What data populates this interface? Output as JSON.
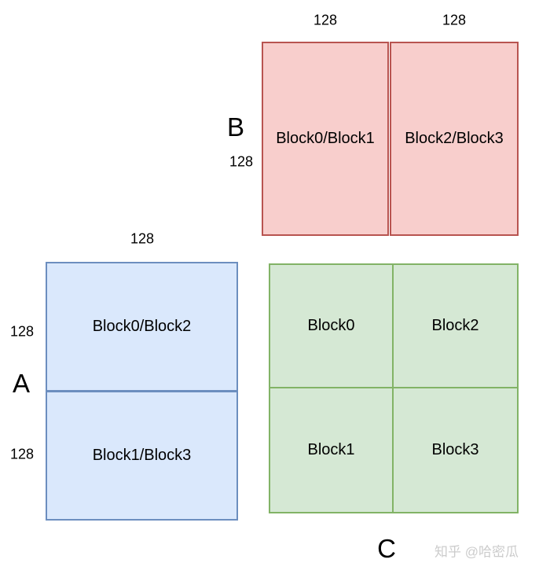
{
  "diagram": {
    "b": {
      "label": "B",
      "side_dim": "128",
      "col_dims": [
        "128",
        "128"
      ],
      "blocks": [
        "Block0/Block1",
        "Block2/Block3"
      ],
      "fill": "#f8cecc",
      "stroke": "#b85450"
    },
    "a": {
      "label": "A",
      "top_dim": "128",
      "row_dims": [
        "128",
        "128"
      ],
      "blocks": [
        "Block0/Block2",
        "Block1/Block3"
      ],
      "fill": "#dae8fc",
      "stroke": "#6c8ebf"
    },
    "c": {
      "label": "C",
      "blocks": [
        "Block0",
        "Block2",
        "Block1",
        "Block3"
      ],
      "fill": "#d5e8d4",
      "stroke": "#82b366"
    }
  },
  "watermark": "知乎 @哈密瓜"
}
